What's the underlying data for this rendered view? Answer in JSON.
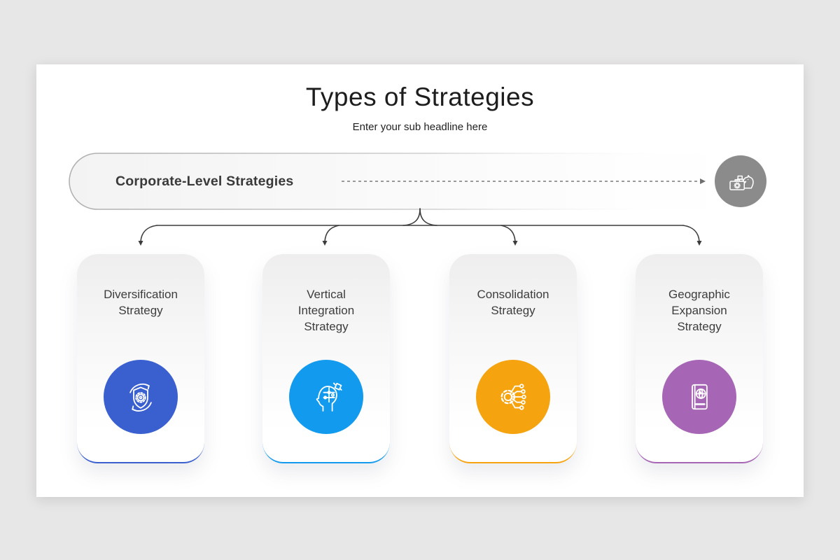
{
  "page": {
    "background_color": "#e8e7e7",
    "slide_color": "#ffffff"
  },
  "header": {
    "title": "Types of Strategies",
    "subtitle": "Enter your sub headline here"
  },
  "banner": {
    "label": "Corporate-Level Strategies",
    "icon": "briefcase-knight-icon",
    "circle_color": "#8b8b8b",
    "arrow_style": "dashed"
  },
  "connector": {
    "stroke_color": "#3c3c3c"
  },
  "cards": [
    {
      "title": "Diversification Strategy",
      "lines": [
        "Diversification",
        "Strategy"
      ],
      "color": "#3a60d0",
      "icon": "shield-gear-sync-icon"
    },
    {
      "title": "Vertical Integration Strategy",
      "lines": [
        "Vertical",
        "Integration",
        "Strategy"
      ],
      "color": "#129bee",
      "icon": "head-puzzle-icon"
    },
    {
      "title": "Consolidation Strategy",
      "lines": [
        "Consolidation",
        "Strategy"
      ],
      "color": "#f5a30f",
      "icon": "gear-network-icon"
    },
    {
      "title": "Geographic Expansion Strategy",
      "lines": [
        "Geographic",
        "Expansion",
        "Strategy"
      ],
      "color": "#a666b5",
      "icon": "passport-globe-icon"
    }
  ]
}
